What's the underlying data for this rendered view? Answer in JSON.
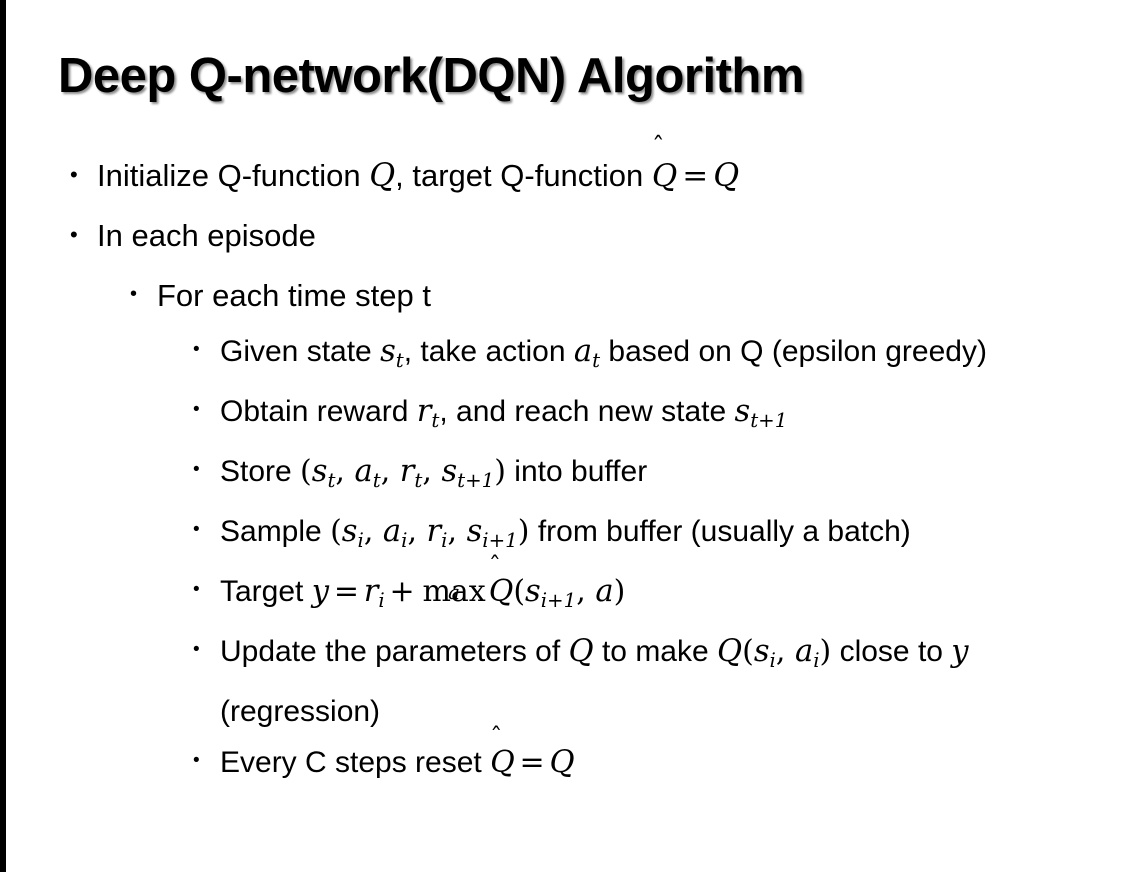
{
  "slide": {
    "title": "Deep Q-network(DQN) Algorithm",
    "background_color": "#ffffff",
    "text_color": "#000000",
    "edge_bar_color": "#000000",
    "bullet_glyph": "•"
  },
  "bullets": {
    "b1": {
      "level": 1,
      "pre": "Initialize Q-function ",
      "var_q1": "Q",
      "mid": ", target Q-function ",
      "hat_q": "Q",
      "hat": "̂",
      "eq": "=",
      "var_q2": "Q"
    },
    "b2": {
      "level": 1,
      "text": "In each episode"
    },
    "b3": {
      "level": 2,
      "text": "For each time step t"
    },
    "b4": {
      "level": 3,
      "pre": "Given state ",
      "var_s": "s",
      "sub_s": "t",
      "mid": ", take action ",
      "var_a": "a",
      "sub_a": "t",
      "post": " based on Q (epsilon greedy)"
    },
    "b5": {
      "level": 3,
      "pre": "Obtain reward ",
      "var_r": "r",
      "sub_r": "t",
      "mid": ", and reach new state ",
      "var_s": "s",
      "sub_s": "t+1"
    },
    "b6": {
      "level": 3,
      "pre": "Store ",
      "open": "(",
      "v1": "s",
      "s1": "t",
      "c1": ", ",
      "v2": "a",
      "s2": "t",
      "c2": ", ",
      "v3": "r",
      "s3": "t",
      "c3": ", ",
      "v4": "s",
      "s4": "t+1",
      "close": ")",
      "post": " into buffer"
    },
    "b7": {
      "level": 3,
      "pre": "Sample ",
      "open": "(",
      "v1": "s",
      "s1": "i",
      "c1": ", ",
      "v2": "a",
      "s2": "i",
      "c2": ", ",
      "v3": "r",
      "s3": "i",
      "c3": ", ",
      "v4": "s",
      "s4": "i+1",
      "close": ")",
      "post": " from buffer (usually a batch)"
    },
    "b8": {
      "level": 3,
      "pre": "Target ",
      "var_y": "y",
      "eq": "=",
      "var_r": "r",
      "sub_r": "i",
      "plus": "+",
      "max": "max",
      "max_sub": "a",
      "hat_q": "Q",
      "hat": "̂",
      "open": "(",
      "var_s": "s",
      "sub_s": "i+1",
      "comma": ", ",
      "var_a": "a",
      "close": ")"
    },
    "b9": {
      "level": 3,
      "pre": "Update the parameters of ",
      "var_q1": "Q",
      "mid": " to make ",
      "var_q2": "Q",
      "open": "(",
      "v1": "s",
      "s1": "i",
      "c1": ", ",
      "v2": "a",
      "s2": "i",
      "close": ")",
      "post": " close to ",
      "var_y": "y",
      "tail": " (regression)"
    },
    "b10": {
      "level": 3,
      "pre": "Every C steps reset ",
      "hat_q": "Q",
      "hat": "̂",
      "eq": "=",
      "var_q": "Q"
    }
  }
}
